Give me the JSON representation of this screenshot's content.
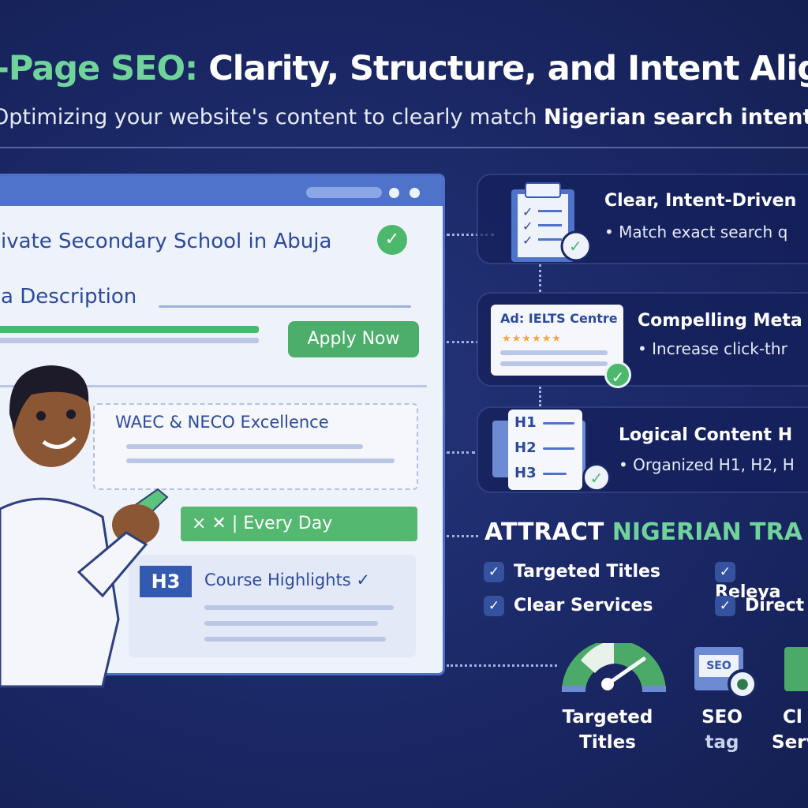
{
  "header": {
    "title_green": "-Page SEO:",
    "title_white": " Clarity, Structure, and Intent Alig",
    "subtitle_plain": "Optimizing your website's content to clearly match ",
    "subtitle_bold": "Nigerian search intent"
  },
  "browser": {
    "heading": "ivate Secondary School in Abuja",
    "meta_label": "a Description",
    "apply_button": "Apply Now",
    "card_title": "WAEC & NECO Excellence",
    "green_bar": "× ✕ | Every Day",
    "h3_badge": "H3",
    "h3_title": "Course Highlights ✓"
  },
  "panels": [
    {
      "title": "Clear, Intent-Driven",
      "bullet": "• Match exact search q"
    },
    {
      "title": "Compelling Meta",
      "bullet": "• Increase click-thr",
      "ad_title": "Ad: IELTS Centre",
      "stars": "★★★★★★"
    },
    {
      "title": "Logical Content H",
      "bullet": "• Organized H1, H2, H",
      "h_labels": [
        "H1",
        "H2",
        "H3"
      ]
    }
  ],
  "attract": {
    "white": "ATTRACT ",
    "green": "NIGERIAN TRA",
    "checks": [
      "Targeted Titles",
      "Releva",
      "Clear Services",
      "Direct"
    ]
  },
  "bottom_icons": [
    {
      "line1": "Targeted",
      "line2": "Titles"
    },
    {
      "line1": "SEO",
      "line2": "tag",
      "badge": "SEO"
    },
    {
      "line1": "Cl",
      "line2": "Serv"
    }
  ],
  "colors": {
    "accent_green": "#4cb86c",
    "navy": "#1a2764",
    "blue": "#4f73c9"
  }
}
